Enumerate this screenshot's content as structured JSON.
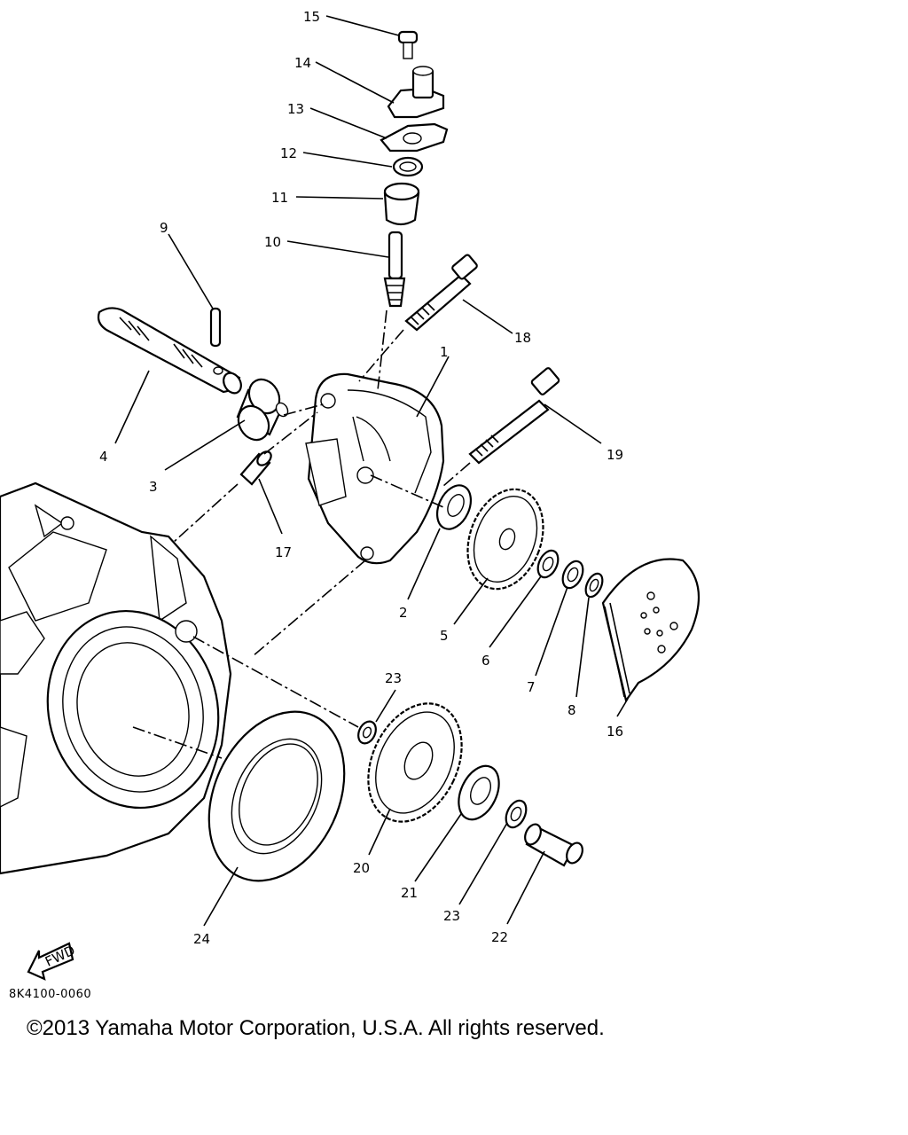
{
  "callouts": [
    "1",
    "2",
    "3",
    "4",
    "5",
    "6",
    "7",
    "8",
    "9",
    "10",
    "11",
    "12",
    "13",
    "14",
    "15",
    "16",
    "17",
    "18",
    "19",
    "20",
    "21",
    "22",
    "23",
    "23",
    "24"
  ],
  "fwd_label": "FWD",
  "diagram_code": "8K4100-0060",
  "copyright": "©2013 Yamaha Motor Corporation, U.S.A. All rights reserved."
}
